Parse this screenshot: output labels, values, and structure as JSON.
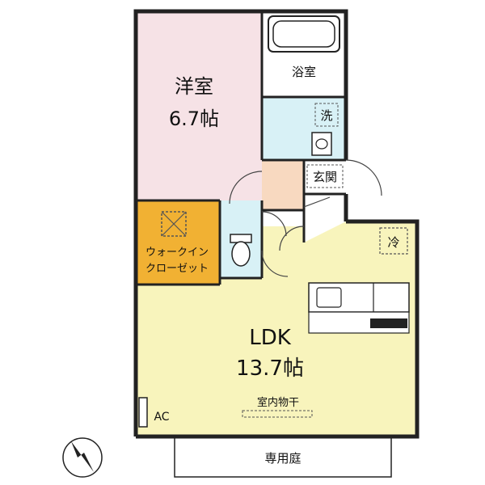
{
  "rooms": {
    "western_room": {
      "name": "洋室",
      "size": "6.7帖"
    },
    "bathroom": {
      "name": "浴室"
    },
    "washroom": {
      "name": "洗"
    },
    "entrance": {
      "name": "玄関"
    },
    "closet": {
      "line1": "ウォークイン",
      "line2": "クローゼット"
    },
    "ldk": {
      "name": "LDK",
      "size": "13.7帖"
    },
    "fridge": {
      "name": "冷"
    },
    "indoor_drying": {
      "name": "室内物干"
    },
    "ac": {
      "name": "AC"
    },
    "garden": {
      "name": "専用庭"
    }
  },
  "colors": {
    "western_room": "#f6e2e6",
    "bath_and_toilet": "#d8f1f6",
    "entrance": "#f8d9c0",
    "closet": "#f1b133",
    "ldk": "#f8f4bc",
    "walls": "#222222"
  }
}
